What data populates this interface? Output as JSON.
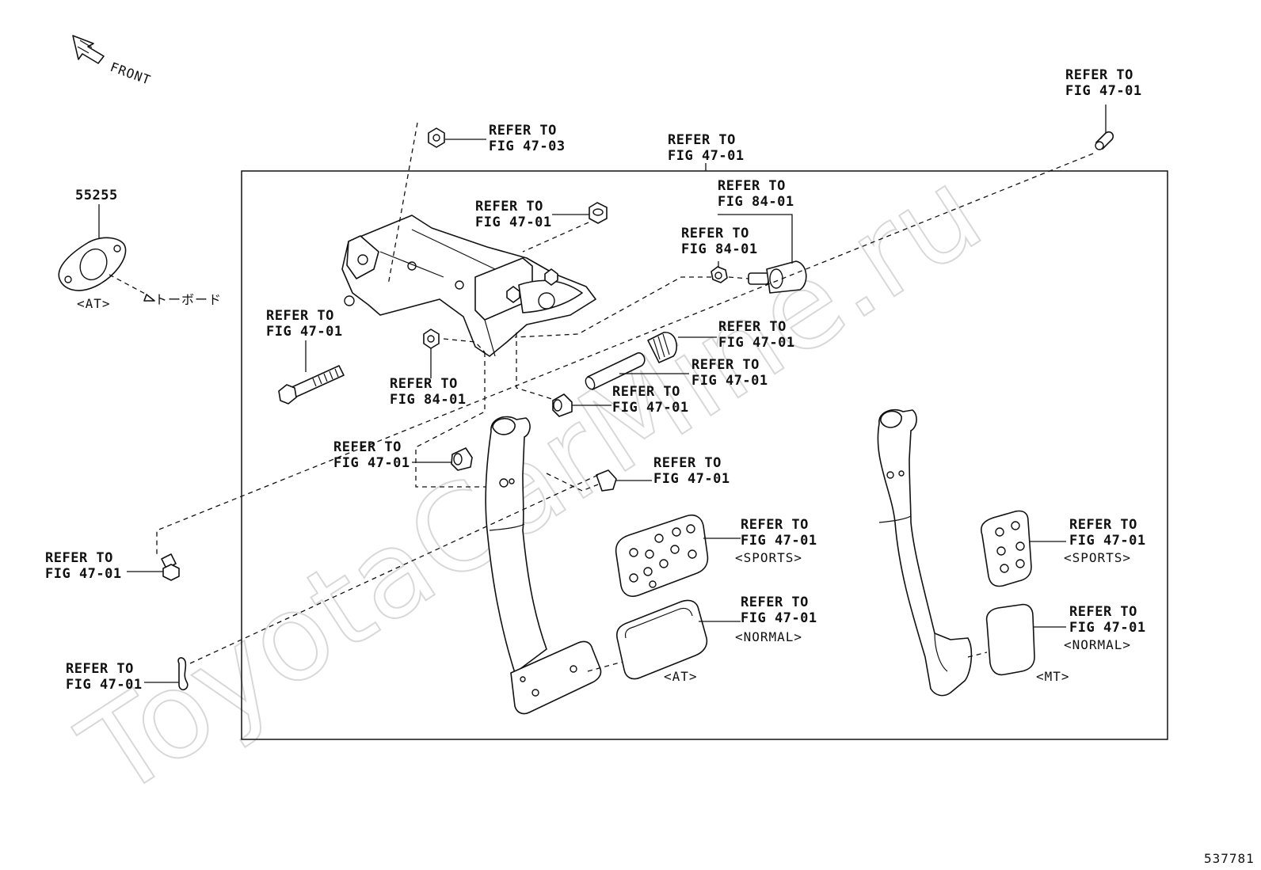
{
  "watermark": "ToyotaCarMine.ru",
  "front_label": "FRONT",
  "part_no_55255": "55255",
  "label_at_small": "<AT>",
  "toboard": "トーボード",
  "refer": "REFER TO",
  "fig_47_01": "FIG 47-01",
  "fig_47_03": "FIG 47-03",
  "fig_84_01": "FIG 84-01",
  "sports": "<SPORTS>",
  "normal": "<NORMAL>",
  "label_at": "<AT>",
  "label_mt": "<MT>",
  "figure_id": "537781"
}
